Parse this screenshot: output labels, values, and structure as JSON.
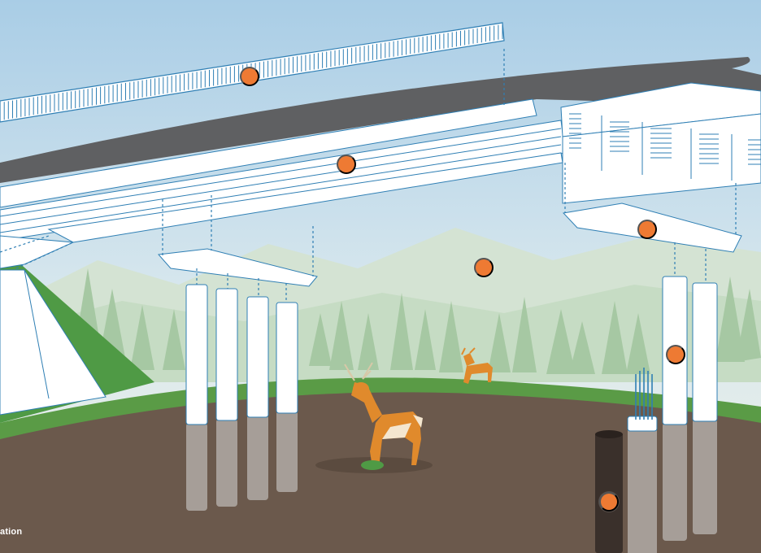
{
  "caption": "ation",
  "hotspot_label": "hotspot",
  "colors": {
    "sky_top": "#a9cde6",
    "sky_bottom": "#e9efe4",
    "mountain": "#cfe0cf",
    "tree": "#a9c9a6",
    "grass": "#4f9a45",
    "soil": "#6c5a4c",
    "deck": "#5f6062",
    "structure_stroke": "#2f7fb4",
    "structure_fill": "#ffffff",
    "pile_below_ground": "#a69e98",
    "casing": "#3a302b",
    "deer": "#e08a2c",
    "hotspot": "#ee7a33"
  },
  "icons": [
    "deer-icon",
    "fawn-icon",
    "rebar-icon"
  ],
  "hotspots": [
    {
      "name": "hotspot-railing"
    },
    {
      "name": "hotspot-girder"
    },
    {
      "name": "hotspot-pier-cap"
    },
    {
      "name": "hotspot-wildlife-passage"
    },
    {
      "name": "hotspot-column"
    },
    {
      "name": "hotspot-drilled-shaft"
    }
  ]
}
